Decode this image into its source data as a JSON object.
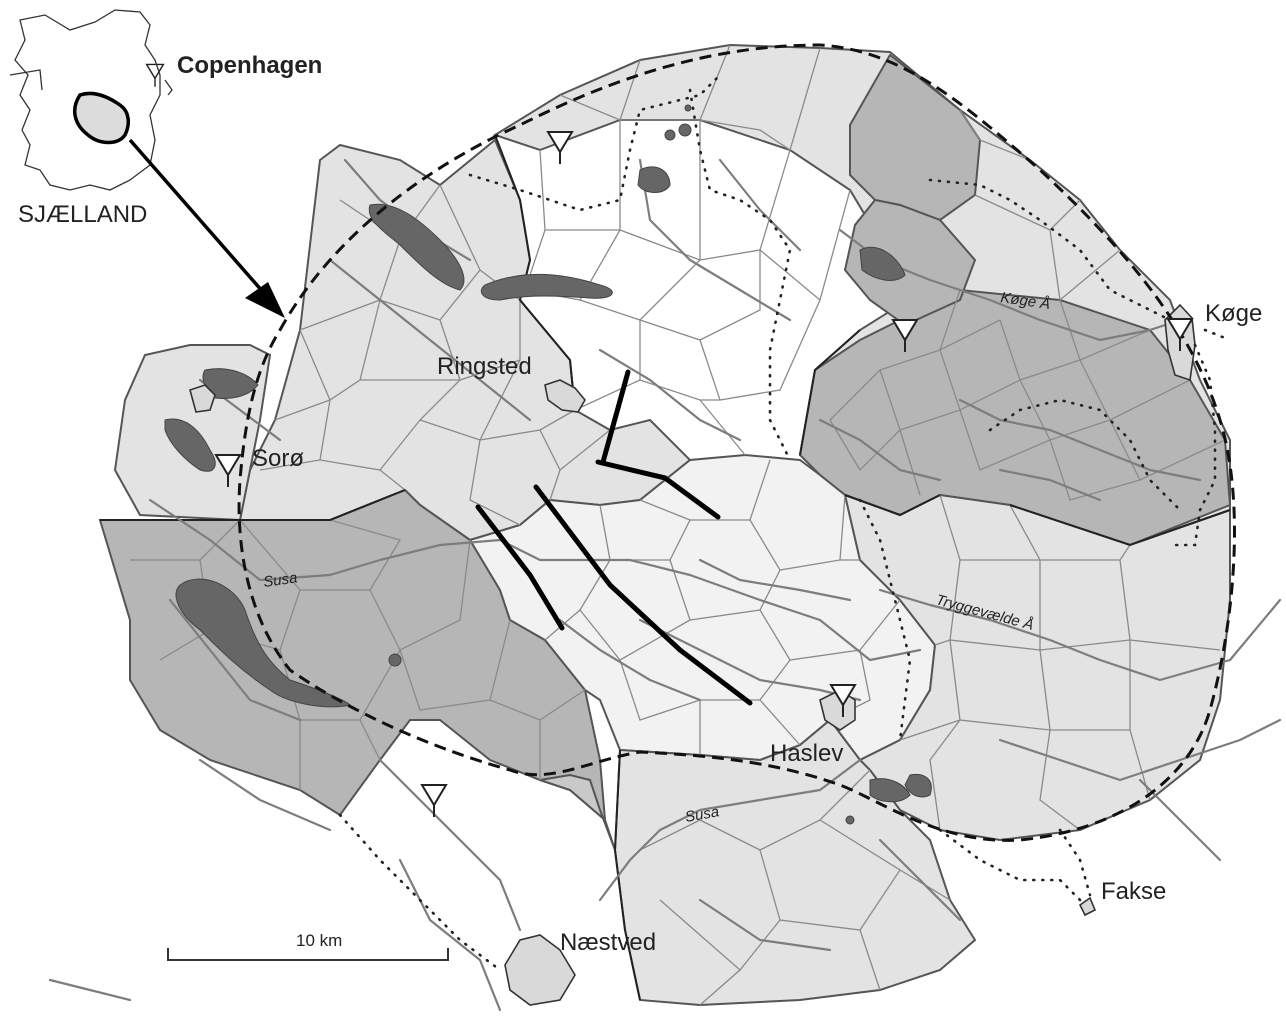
{
  "inset": {
    "capital": "Copenhagen",
    "island": "SJÆLLAND"
  },
  "towns": {
    "ringsted": "Ringsted",
    "soro": "Sorø",
    "koge": "Køge",
    "haslev": "Haslev",
    "naestved": "Næstved",
    "fakse": "Fakse"
  },
  "rivers": {
    "suso_west": "Susa",
    "suso_south": "Susa",
    "koge_a": "Køge Å",
    "tryggevaelde_a": "Tryggevælde Å"
  },
  "scale_bar": {
    "label": "10 km"
  },
  "colors": {
    "zone_light": "#e3e3e3",
    "zone_mid": "#c9c9c9",
    "zone_dark": "#b6b6b6",
    "zone_white": "#f2f2f2",
    "lake": "#666666"
  }
}
